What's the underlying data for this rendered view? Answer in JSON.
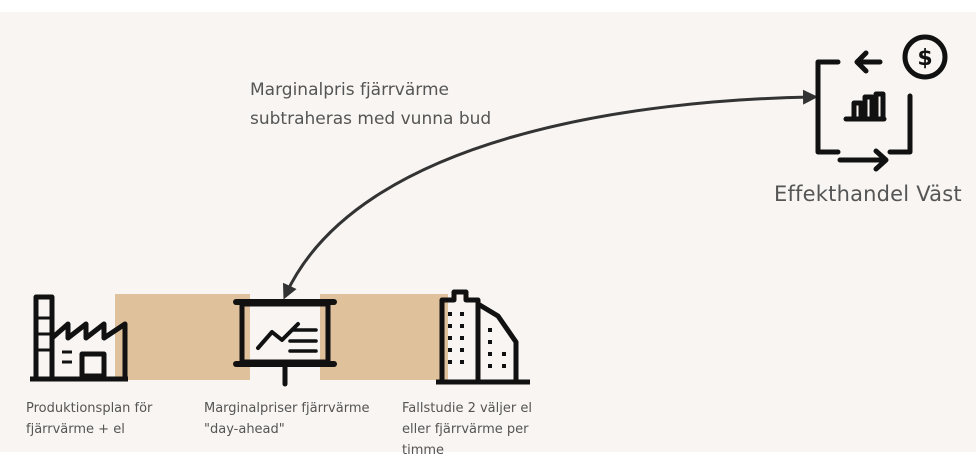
{
  "arrow_label": {
    "line1": "Marginalpris fjärrvärme",
    "line2": "subtraheras med vunna bud"
  },
  "effekthandel": {
    "label": "Effekthandel Väst",
    "icon": "trading-exchange-icon"
  },
  "steps": [
    {
      "icon": "factory-icon",
      "lines": [
        "Produktionsplan för",
        "fjärrvärme + el"
      ]
    },
    {
      "icon": "presentation-chart-icon",
      "lines": [
        "Marginalpriser fjärrvärme",
        "\"day-ahead\""
      ]
    },
    {
      "icon": "building-icon",
      "lines": [
        "Fallstudie 2 väljer el",
        "eller fjärrvärme per",
        "timme"
      ]
    }
  ],
  "colors": {
    "background": "#f8f5f2",
    "band": "#dfc19c",
    "icon": "#111111",
    "text": "#555555",
    "arrow": "#333333"
  }
}
